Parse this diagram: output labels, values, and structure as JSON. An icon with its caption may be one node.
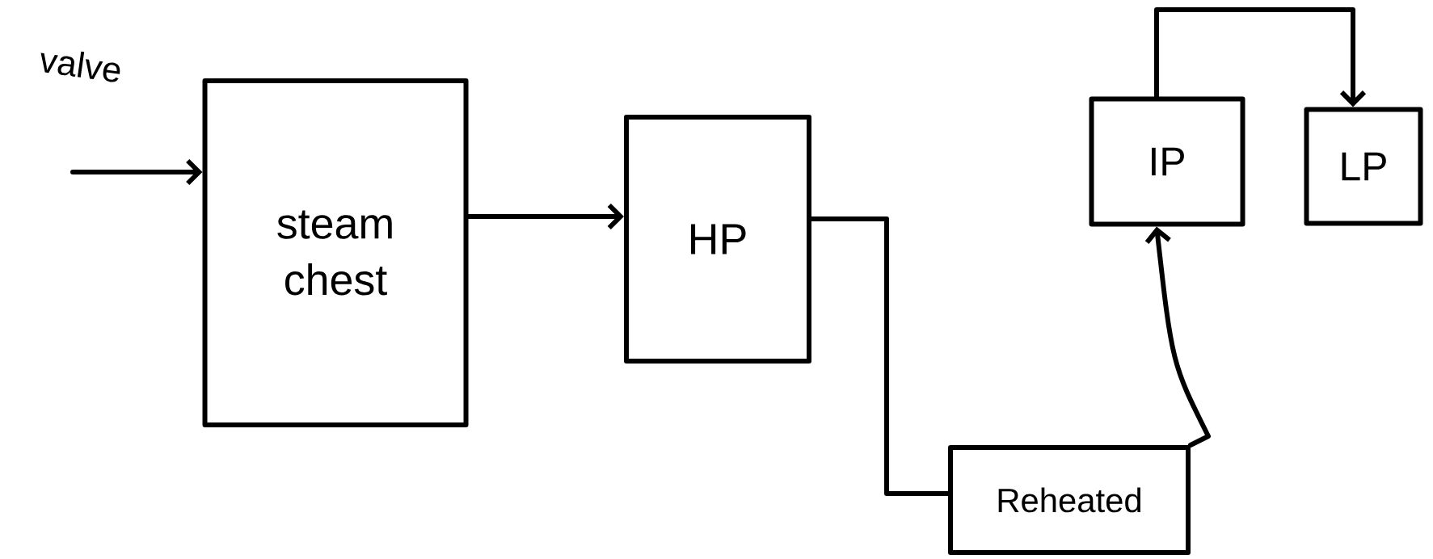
{
  "diagram": {
    "nodes": [
      {
        "text": [
          "steam chest"
        ]
      },
      {
        "text": [
          "HP"
        ]
      },
      {
        "text": [
          "Reheated"
        ]
      },
      {
        "text": [
          "IP"
        ]
      },
      {
        "text": [
          "LP"
        ]
      }
    ],
    "edges": [
      {
        "from": null,
        "to": 0,
        "arrow": "to",
        "label": "valve"
      },
      {
        "from": 0,
        "to": 1,
        "arrow": "to"
      },
      {
        "from": 1,
        "to": 2,
        "arrow": "none"
      },
      {
        "from": 2,
        "to": 3,
        "arrow": "to"
      },
      {
        "from": 3,
        "to": 4,
        "arrow": "to"
      }
    ]
  }
}
